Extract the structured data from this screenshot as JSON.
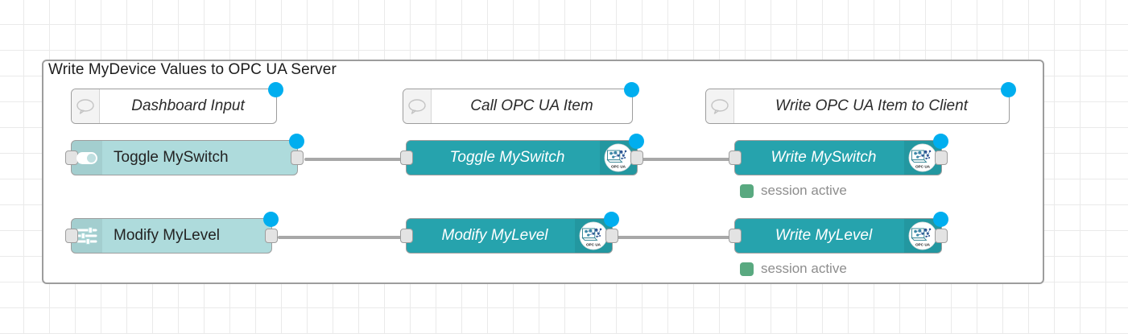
{
  "canvas": {
    "grid_color": "#eaeaea",
    "background": "#ffffff"
  },
  "group": {
    "title": "Write MyDevice Values to OPC UA Server",
    "border_color": "#9d9d9d"
  },
  "colors": {
    "dashboard_node": "#aedbdc",
    "opcua_node": "#26a3ad",
    "comment_node": "#ffffff",
    "blue_dot": "#00aeef",
    "status_ok": "#59a980",
    "wire": "#a8a8a8",
    "port": "#e3e3e3"
  },
  "columns": [
    {
      "comment": "Dashboard Input"
    },
    {
      "comment": "Call OPC UA Item"
    },
    {
      "comment": "Write OPC UA Item to Client"
    }
  ],
  "rows": [
    {
      "source": {
        "label": "Toggle MySwitch",
        "icon": "toggle-switch-icon"
      },
      "middle": {
        "label": "Toggle MySwitch",
        "icon": "opc-ua-logo-icon"
      },
      "target": {
        "label": "Write MySwitch",
        "icon": "opc-ua-logo-icon",
        "status": "session active"
      }
    },
    {
      "source": {
        "label": "Modify MyLevel",
        "icon": "slider-icon"
      },
      "middle": {
        "label": "Modify MyLevel",
        "icon": "opc-ua-logo-icon"
      },
      "target": {
        "label": "Write MyLevel",
        "icon": "opc-ua-logo-icon",
        "status": "session active"
      }
    }
  ],
  "opcua_logo_text": "OPC UA"
}
